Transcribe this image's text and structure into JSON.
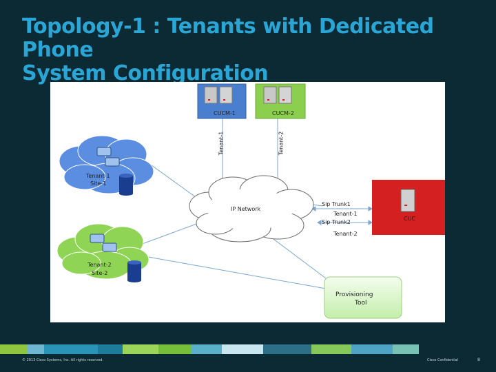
{
  "slide": {
    "title_line1": "Topology-1 : Tenants with Dedicated Phone",
    "title_line2": "System Configuration",
    "footer_copyright": "© 2013 Cisco Systems, Inc. All rights reserved.",
    "footer_confidential": "Cisco Confidential",
    "page_number": "8"
  },
  "diagram": {
    "nodes": {
      "cucm1": "CUCM-1",
      "cucm2": "CUCM-2",
      "cuc": "CUC",
      "ip_network": "IP Network",
      "tenant1_site": [
        "Tenant-1",
        "Site-1"
      ],
      "tenant2_site": [
        "Tenant-2",
        "Site-2"
      ],
      "provisioning_tool": [
        "Provisioning",
        "Tool"
      ]
    },
    "links": {
      "tenant1_vertical": "Tenant-1",
      "tenant2_vertical": "Tenant-2",
      "sip_trunk1": "Sip Trunk1",
      "tenant1_link": "Tenant-1",
      "sip_trunk2": "Sip Trunk2",
      "tenant2_link": "Tenant-2"
    },
    "colors": {
      "cucm1_box": "#4a7fd0",
      "cucm2_box": "#8ccf4e",
      "cuc_box": "#d42020",
      "cloud_blue": "#5b8ee0",
      "cloud_green": "#8fd455",
      "provisioning_box": "#d6f5c6",
      "link_line": "#7aa6cf"
    }
  },
  "footer_stripe_colors": [
    "#8ec63f",
    "#6fb6d2",
    "#2a93b8",
    "#1d7c9b",
    "#9bd45a",
    "#76bf3a",
    "#5ab0c9",
    "#c7e6f0",
    "#2e6f88",
    "#87c85a",
    "#4ea4c4",
    "#78c2b4"
  ]
}
